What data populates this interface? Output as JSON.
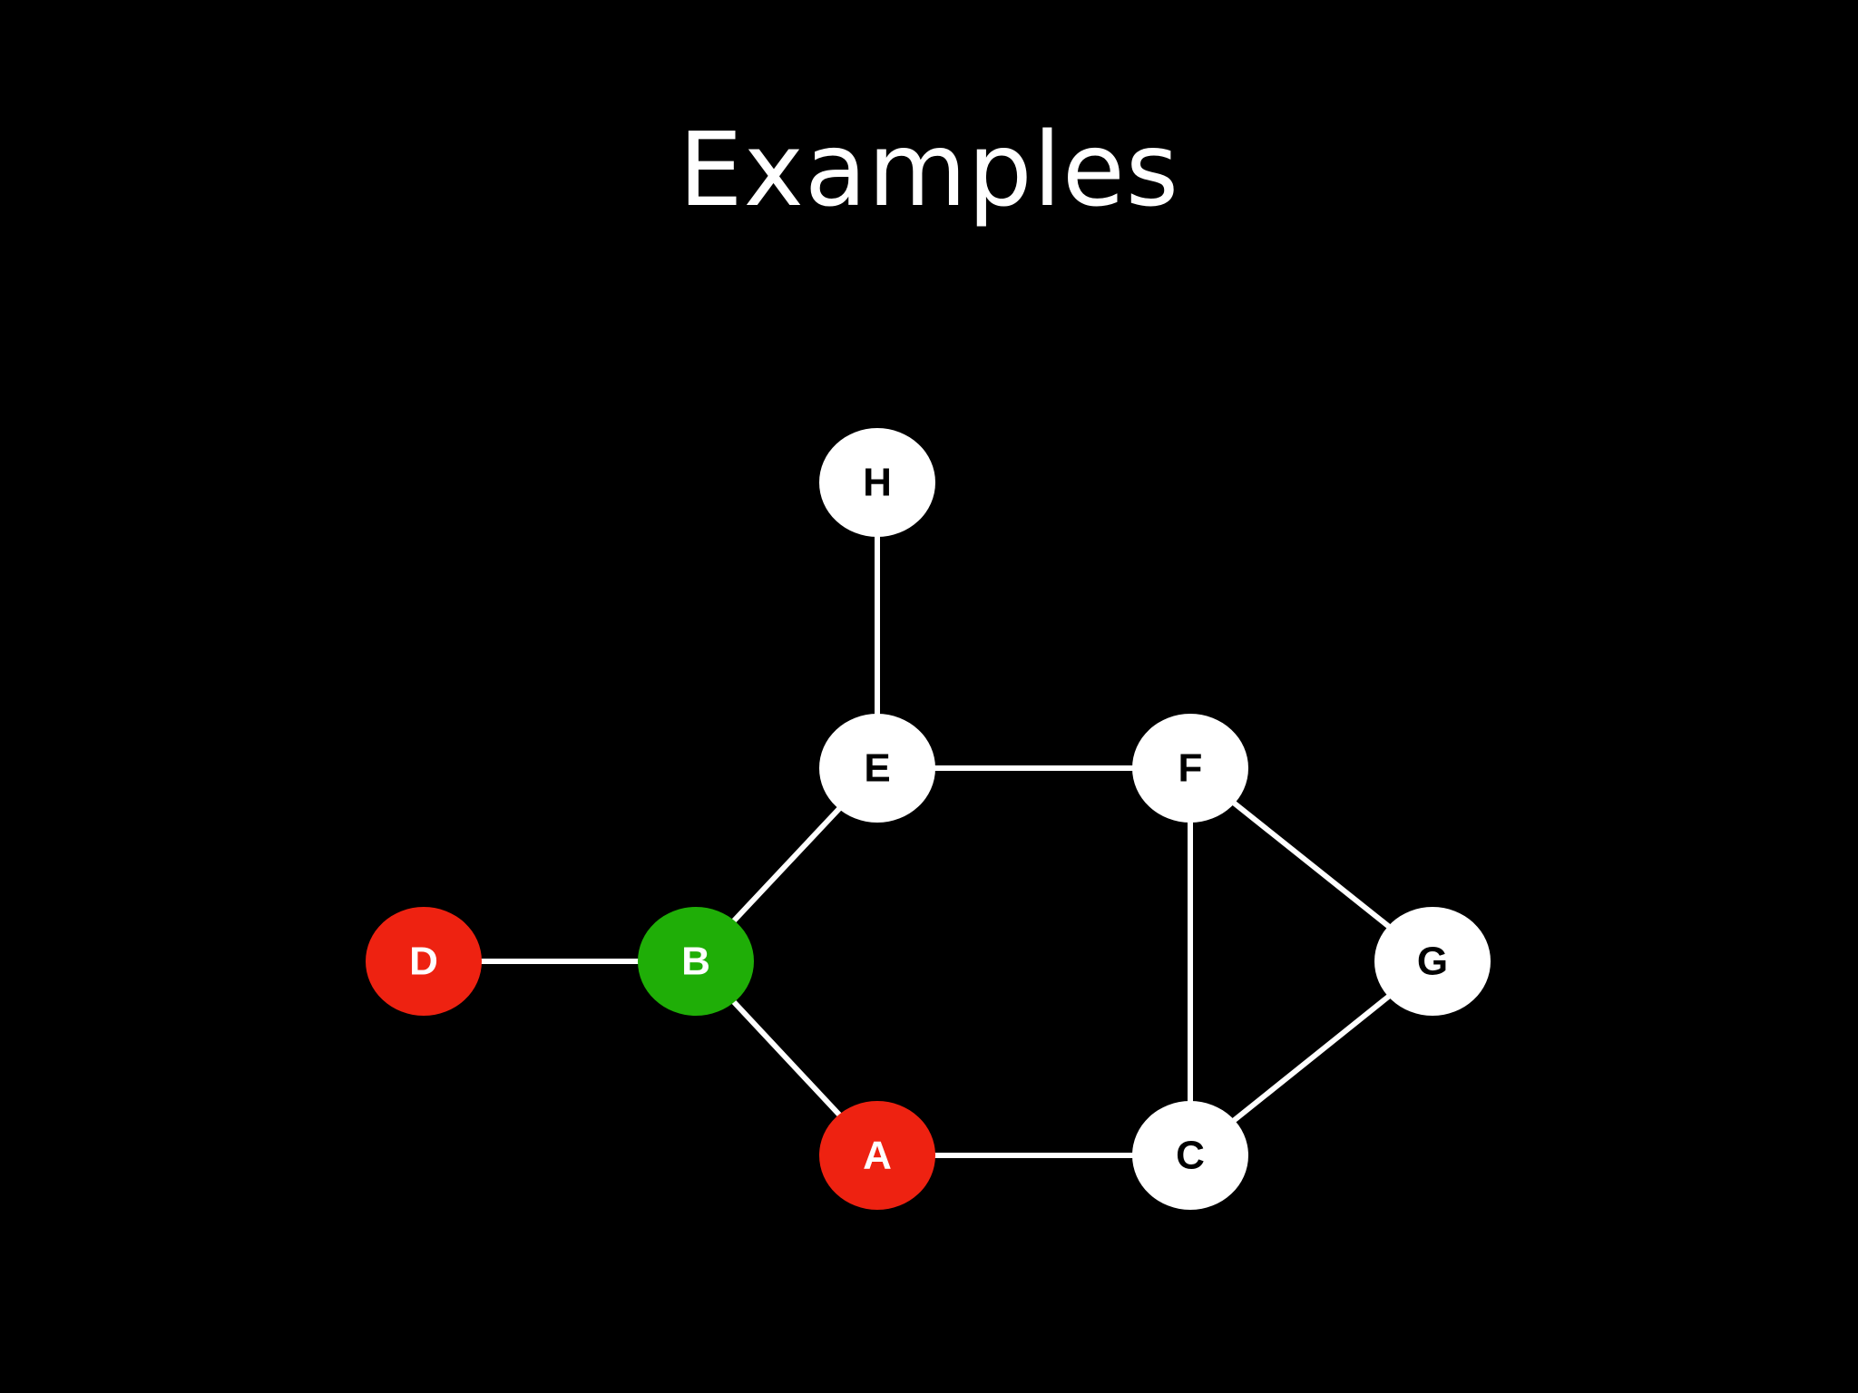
{
  "slide": {
    "title": "Examples"
  },
  "graph": {
    "nodes": [
      {
        "id": "H",
        "label": "H",
        "fill": "#ffffff",
        "text_color": "#000000"
      },
      {
        "id": "E",
        "label": "E",
        "fill": "#ffffff",
        "text_color": "#000000"
      },
      {
        "id": "F",
        "label": "F",
        "fill": "#ffffff",
        "text_color": "#000000"
      },
      {
        "id": "D",
        "label": "D",
        "fill": "#ee2211",
        "text_color": "#ffffff"
      },
      {
        "id": "B",
        "label": "B",
        "fill": "#1fae07",
        "text_color": "#ffffff"
      },
      {
        "id": "G",
        "label": "G",
        "fill": "#ffffff",
        "text_color": "#000000"
      },
      {
        "id": "A",
        "label": "A",
        "fill": "#ee2211",
        "text_color": "#ffffff"
      },
      {
        "id": "C",
        "label": "C",
        "fill": "#ffffff",
        "text_color": "#000000"
      }
    ],
    "edges": [
      {
        "from": "H",
        "to": "E"
      },
      {
        "from": "E",
        "to": "F"
      },
      {
        "from": "E",
        "to": "B"
      },
      {
        "from": "D",
        "to": "B"
      },
      {
        "from": "B",
        "to": "A"
      },
      {
        "from": "A",
        "to": "C"
      },
      {
        "from": "F",
        "to": "C"
      },
      {
        "from": "F",
        "to": "G"
      },
      {
        "from": "G",
        "to": "C"
      }
    ]
  }
}
